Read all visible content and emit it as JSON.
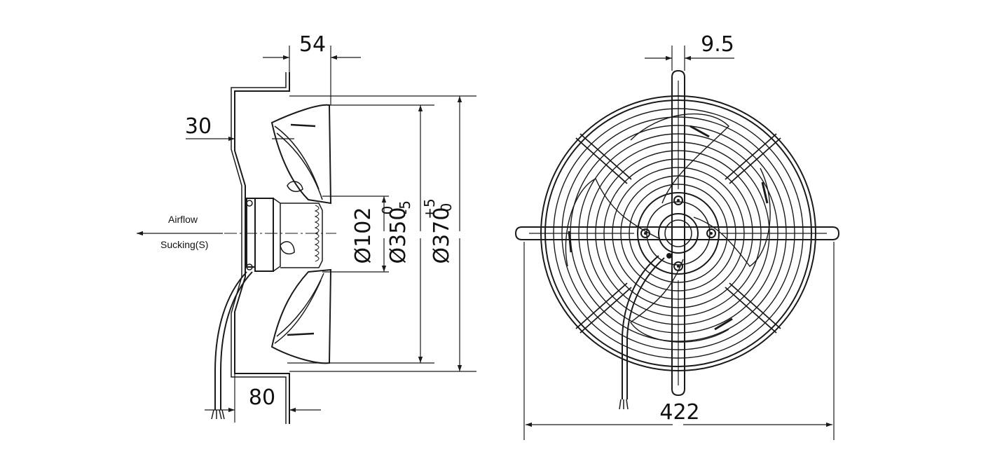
{
  "side_view": {
    "dim_top_width": "54",
    "dim_blade_offset": "30",
    "dim_bottom_width": "80",
    "dia_hub": "Ø102",
    "dia_blade_main": "Ø350",
    "dia_blade_sup": "0",
    "dia_blade_sub": "-5",
    "dia_guard_main": "Ø370",
    "dia_guard_sup": "+5",
    "dia_guard_sub": "0",
    "airflow_label": "Airflow",
    "direction_label": "Sucking(S)"
  },
  "front_view": {
    "dim_bracket_width": "9.5",
    "dim_overall_width": "422"
  },
  "colors": {
    "line": "#1a1a1a",
    "fill_light": "#e6e6e6",
    "background": "#ffffff"
  }
}
